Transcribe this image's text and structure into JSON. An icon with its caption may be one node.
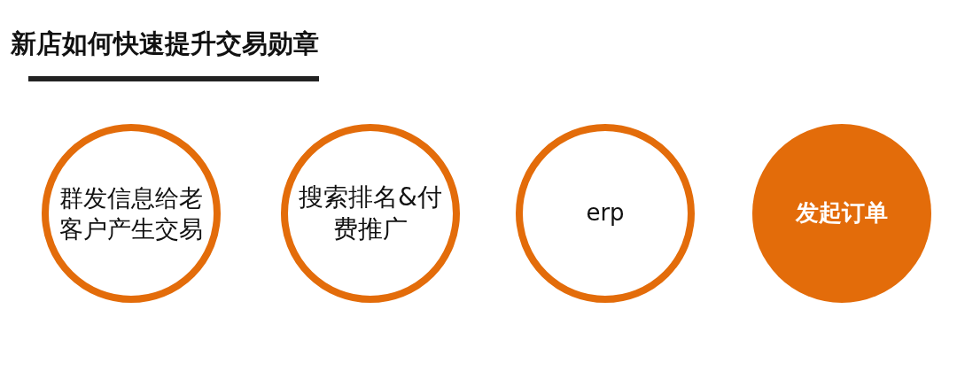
{
  "diagram": {
    "title": "新店如何快速提升交易勋章",
    "nodes": [
      {
        "text": [
          "群发信息给老客户产生交易"
        ]
      },
      {
        "text": [
          "搜索排名&付费推广"
        ]
      },
      {
        "text": [
          "erp"
        ]
      },
      {
        "text": [
          "发起订单"
        ]
      }
    ]
  }
}
